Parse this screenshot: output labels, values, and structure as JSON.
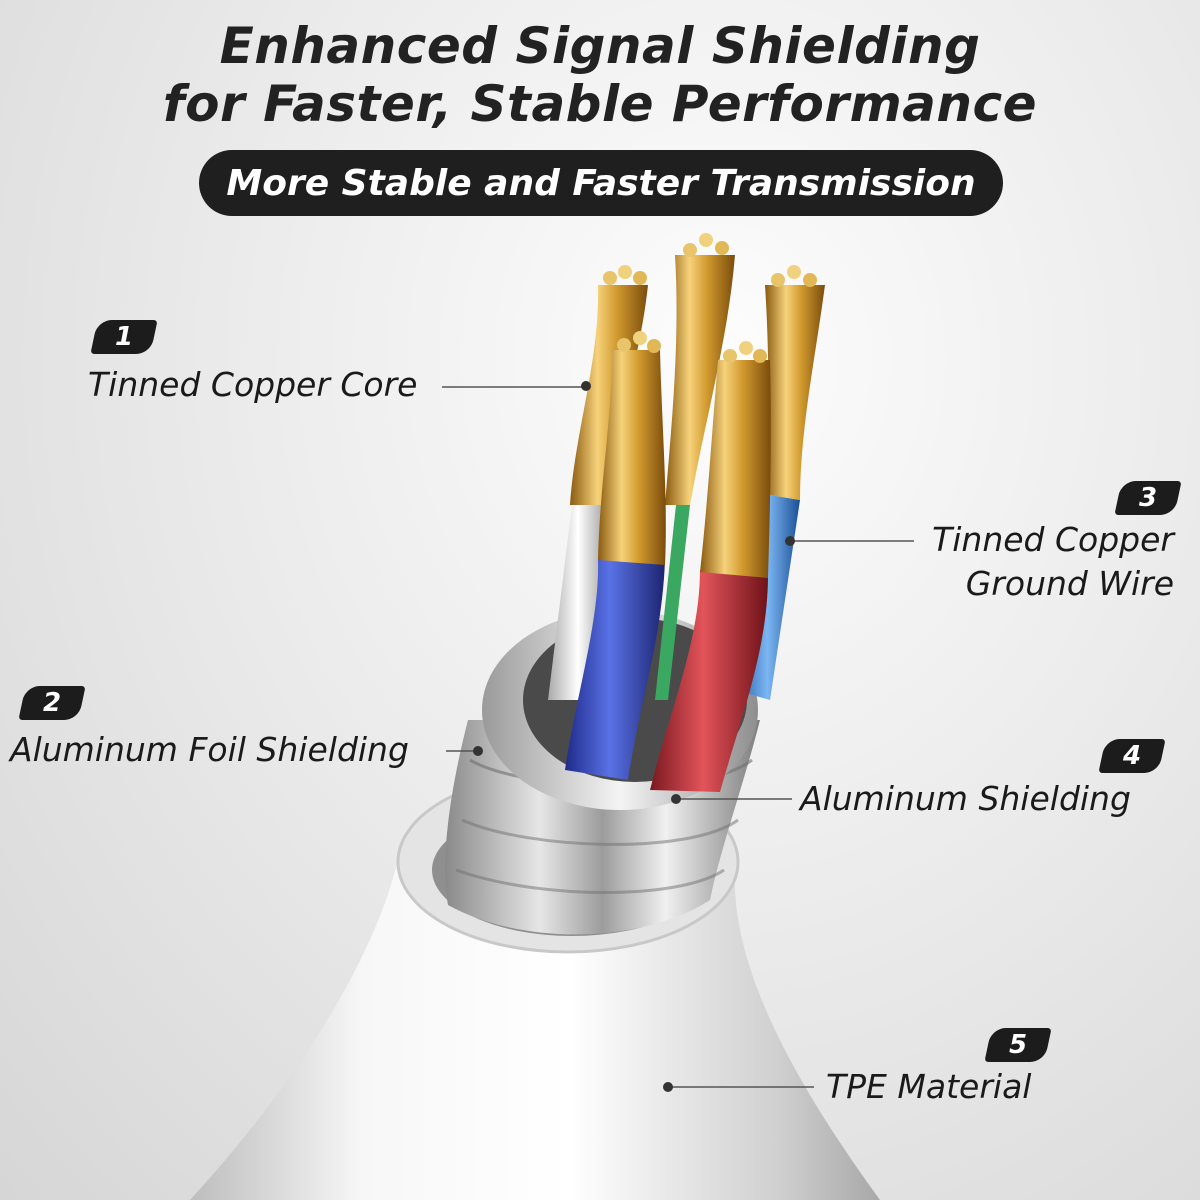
{
  "headline": {
    "line1": "Enhanced Signal Shielding",
    "line2": "for Faster, Stable Performance"
  },
  "banner": "More Stable and Faster Transmission",
  "callouts": [
    {
      "number": "1",
      "label": "Tinned Copper Core"
    },
    {
      "number": "2",
      "label": "Aluminum Foil Shielding"
    },
    {
      "number": "3",
      "label_line1": "Tinned Copper",
      "label_line2": "Ground Wire"
    },
    {
      "number": "4",
      "label": "Aluminum Shielding"
    },
    {
      "number": "5",
      "label": "TPE Material"
    }
  ],
  "colors": {
    "copper": "#d9a83a",
    "wire_blue": "#3a4fc4",
    "wire_red": "#c2343a",
    "wire_white": "#e8e8e8",
    "wire_light_blue": "#3f86d8",
    "wire_green": "#3aa860",
    "jacket": "#f2f2f2",
    "shield": "#b9b9b9"
  }
}
